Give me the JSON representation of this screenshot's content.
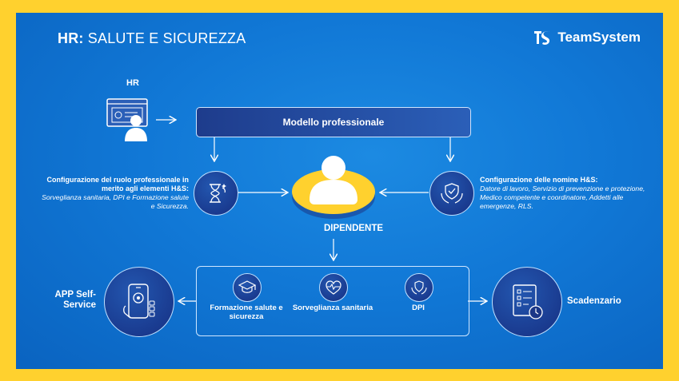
{
  "header": {
    "title_bold": "HR:",
    "title_rest": "SALUTE E SICUREZZA"
  },
  "brand": {
    "name": "TeamSystem"
  },
  "hr": {
    "label": "HR"
  },
  "modello": {
    "label": "Modello professionale"
  },
  "left_text": {
    "heading": "Configurazione del ruolo professionale in merito agli elementi H&S:",
    "body": "Sorveglianza sanitaria, DPI e Formazione salute e Sicurezza."
  },
  "right_text": {
    "heading": "Configurazione delle nomine H&S:",
    "body": "Datore di lavoro, Servizio di prevenzione e protezione, Medico competente e coordinatore, Addetti alle emergenze, RLS."
  },
  "dipendente": {
    "label": "DIPENDENTE"
  },
  "bottom": {
    "item1": "Formazione salute e sicurezza",
    "item2": "Sorveglianza sanitaria",
    "item3": "DPI"
  },
  "app": {
    "label": "APP Self-Service"
  },
  "scadenzario": {
    "label": "Scadenzario"
  },
  "icons": {
    "hr": "hr-dashboard-user-icon",
    "hourglass": "hourglass-icon",
    "shield_hands": "shield-hands-icon",
    "employee": "employee-user-icon",
    "graduation": "graduation-cap-icon",
    "heart": "heart-health-icon",
    "dpi": "shield-hands-small-icon",
    "phone": "phone-settings-icon",
    "calendar": "checklist-clock-icon"
  },
  "colors": {
    "page_bg": "#FFD12E",
    "panel_blue": "#1178D6",
    "dark_navy": "#1B3787",
    "accent_yellow": "#FFD12E"
  }
}
